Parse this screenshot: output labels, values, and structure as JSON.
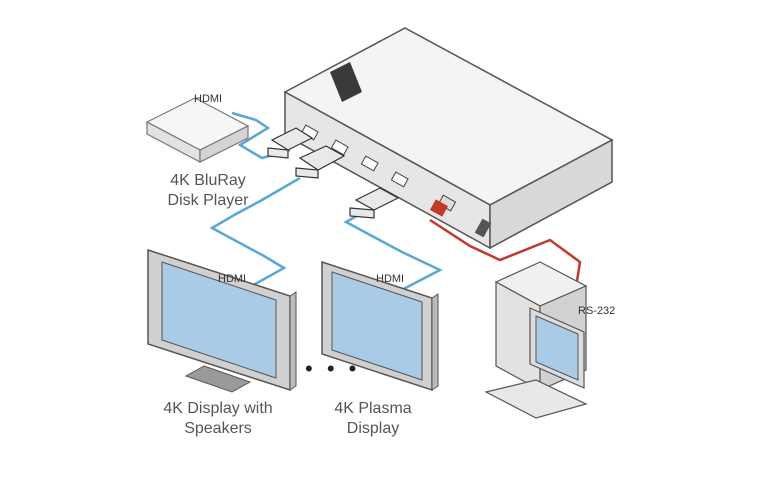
{
  "labels": {
    "hdmi_source": "HDMI",
    "source_name_line1": "4K BluRay",
    "source_name_line2": "Disk Player",
    "hdmi_display1": "HDMI",
    "hdmi_display2": "HDMI",
    "display1_line1": "4K Display with",
    "display1_line2": "Speakers",
    "display2_line1": "4K Plasma",
    "display2_line2": "Display",
    "rs232": "RS-232",
    "ellipsis": "• • •"
  },
  "colors": {
    "hdmi_cable": "#5aa7d6",
    "rs232_cable": "#c0392b",
    "device_body": "#eeeeee",
    "screen": "#a9cbe5"
  },
  "icons": [
    "bluray-player-icon",
    "distribution-amplifier-icon",
    "display-icon",
    "plasma-display-icon",
    "computer-icon",
    "hdmi-connector-icon"
  ]
}
